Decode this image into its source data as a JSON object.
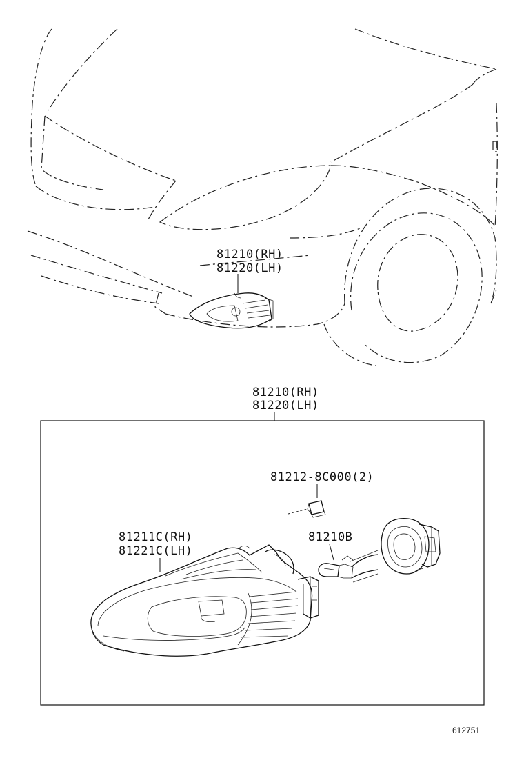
{
  "car_view": {
    "callout_rh": "81210(RH)",
    "callout_lh": "81220(LH)"
  },
  "assembly": {
    "callout_rh": "81210(RH)",
    "callout_lh": "81220(LH)"
  },
  "parts": {
    "retainer": "81212-8C000(2)",
    "lens_rh": "81211C(RH)",
    "lens_lh": "81221C(LH)",
    "bulb": "81210B"
  },
  "figure_id": "612751"
}
